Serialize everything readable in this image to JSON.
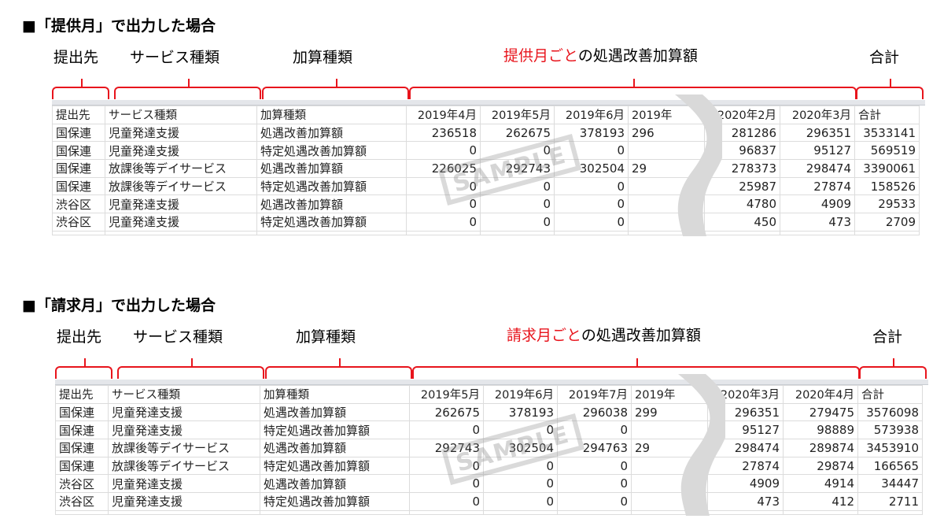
{
  "sections": [
    {
      "title": "■「提供月」で出力した場合",
      "labels": {
        "submitter": "提出先",
        "service": "サービス種類",
        "addition": "加算種類",
        "monthly_red": "提供月ごと",
        "monthly_rest": "の処遇改善加算額",
        "total": "合計"
      },
      "headers": [
        "提出先",
        "サービス種類",
        "加算種類",
        "2019年4月",
        "2019年5月",
        "2019年6月",
        "2019年",
        "2020年2月",
        "2020年3月",
        "合計"
      ],
      "rows": [
        [
          "国保連",
          "児童発達支援",
          "処遇改善加算額",
          "236518",
          "262675",
          "378193",
          "296",
          "281286",
          "296351",
          "3533141"
        ],
        [
          "国保連",
          "児童発達支援",
          "特定処遇改善加算額",
          "0",
          "0",
          "0",
          "",
          "96837",
          "95127",
          "569519"
        ],
        [
          "国保連",
          "放課後等デイサービス",
          "処遇改善加算額",
          "226025",
          "292743",
          "302504",
          "29",
          "278373",
          "298474",
          "3390061"
        ],
        [
          "国保連",
          "放課後等デイサービス",
          "特定処遇改善加算額",
          "0",
          "0",
          "0",
          "",
          "25987",
          "27874",
          "158526"
        ],
        [
          "渋谷区",
          "児童発達支援",
          "処遇改善加算額",
          "0",
          "0",
          "0",
          "",
          "4780",
          "4909",
          "29533"
        ],
        [
          "渋谷区",
          "児童発達支援",
          "特定処遇改善加算額",
          "0",
          "0",
          "0",
          "",
          "450",
          "473",
          "2709"
        ]
      ],
      "stamp": "SAMPLE"
    },
    {
      "title": "■「請求月」で出力した場合",
      "labels": {
        "submitter": "提出先",
        "service": "サービス種類",
        "addition": "加算種類",
        "monthly_red": "請求月ごと",
        "monthly_rest": "の処遇改善加算額",
        "total": "合計"
      },
      "headers": [
        "提出先",
        "サービス種類",
        "加算種類",
        "2019年5月",
        "2019年6月",
        "2019年7月",
        "2019年",
        "2020年3月",
        "2020年4月",
        "合計"
      ],
      "rows": [
        [
          "国保連",
          "児童発達支援",
          "処遇改善加算額",
          "262675",
          "378193",
          "296038",
          "299",
          "296351",
          "279475",
          "3576098"
        ],
        [
          "国保連",
          "児童発達支援",
          "特定処遇改善加算額",
          "0",
          "0",
          "0",
          "",
          "95127",
          "98889",
          "573938"
        ],
        [
          "国保連",
          "放課後等デイサービス",
          "処遇改善加算額",
          "292743",
          "302504",
          "294763",
          "29",
          "298474",
          "289874",
          "3453910"
        ],
        [
          "国保連",
          "放課後等デイサービス",
          "特定処遇改善加算額",
          "0",
          "0",
          "0",
          "",
          "27874",
          "29874",
          "166565"
        ],
        [
          "渋谷区",
          "児童発達支援",
          "処遇改善加算額",
          "0",
          "0",
          "0",
          "",
          "4909",
          "4914",
          "34447"
        ],
        [
          "渋谷区",
          "児童発達支援",
          "特定処遇改善加算額",
          "0",
          "0",
          "0",
          "",
          "473",
          "412",
          "2711"
        ]
      ],
      "stamp": "SAMPLE"
    }
  ]
}
